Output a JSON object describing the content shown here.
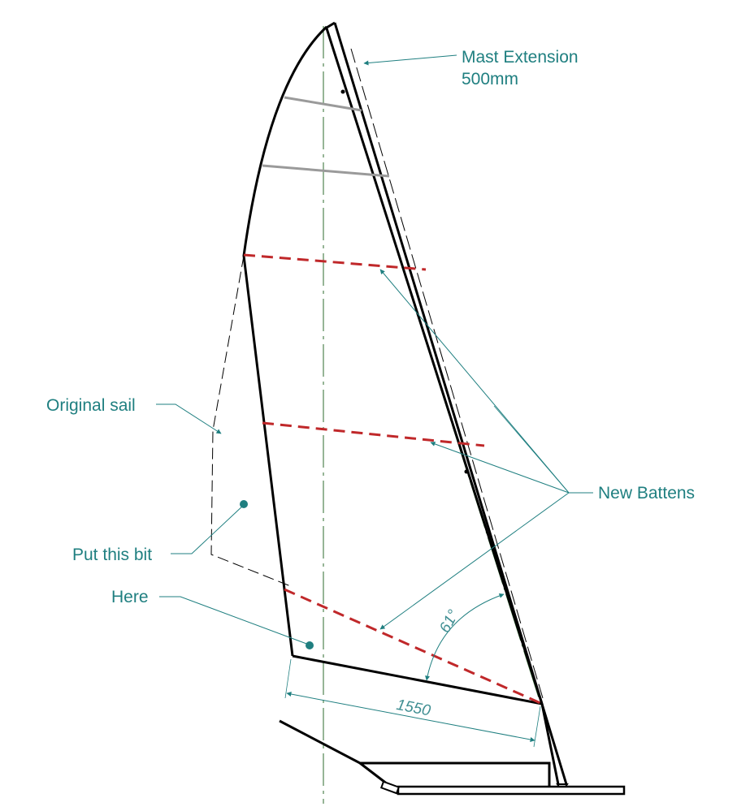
{
  "diagram": {
    "type": "sail-plan-drawing",
    "colors": {
      "outline": "#000000",
      "annotation": "#1f7f80",
      "new_batten": "#c0282a",
      "old_batten": "#9a9a9a",
      "centerline": "#2e6b2e"
    },
    "labels": {
      "mast_extension_line1": "Mast Extension",
      "mast_extension_line2": "500mm",
      "new_battens": "New Battens",
      "original_sail": "Original sail",
      "put_this_bit": "Put this bit",
      "here": "Here"
    },
    "dimensions": {
      "angle": "61°",
      "boom_length": "1550"
    }
  }
}
